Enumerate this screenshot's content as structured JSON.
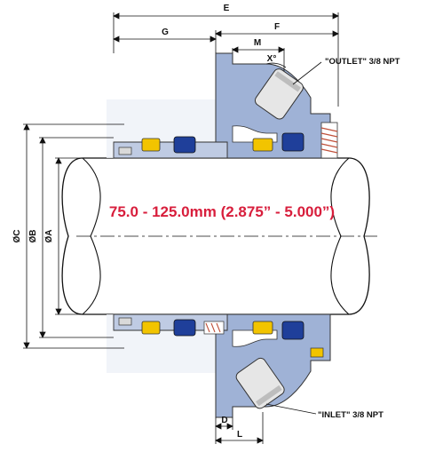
{
  "colors": {
    "housing": "#9fb2d6",
    "housing_dark": "#6f86b5",
    "seal_yellow": "#f2c400",
    "seal_blue": "#1f3f9a",
    "shaft_fill": "#ffffff",
    "range_text": "#d81e3c",
    "line": "#111111",
    "spring": "#c0513a"
  },
  "dimensions": {
    "e": "E",
    "f": "F",
    "g": "G",
    "m": "M",
    "x": "X°",
    "d": "D",
    "l": "L",
    "dia_c": "ØC",
    "dia_b": "ØB",
    "dia_a": "ØA"
  },
  "ports": {
    "outlet": "\"OUTLET\" 3/8 NPT",
    "inlet": "\"INLET\" 3/8 NPT"
  },
  "shaft_range": "75.0 - 125.0mm (2.875” - 5.000”)"
}
